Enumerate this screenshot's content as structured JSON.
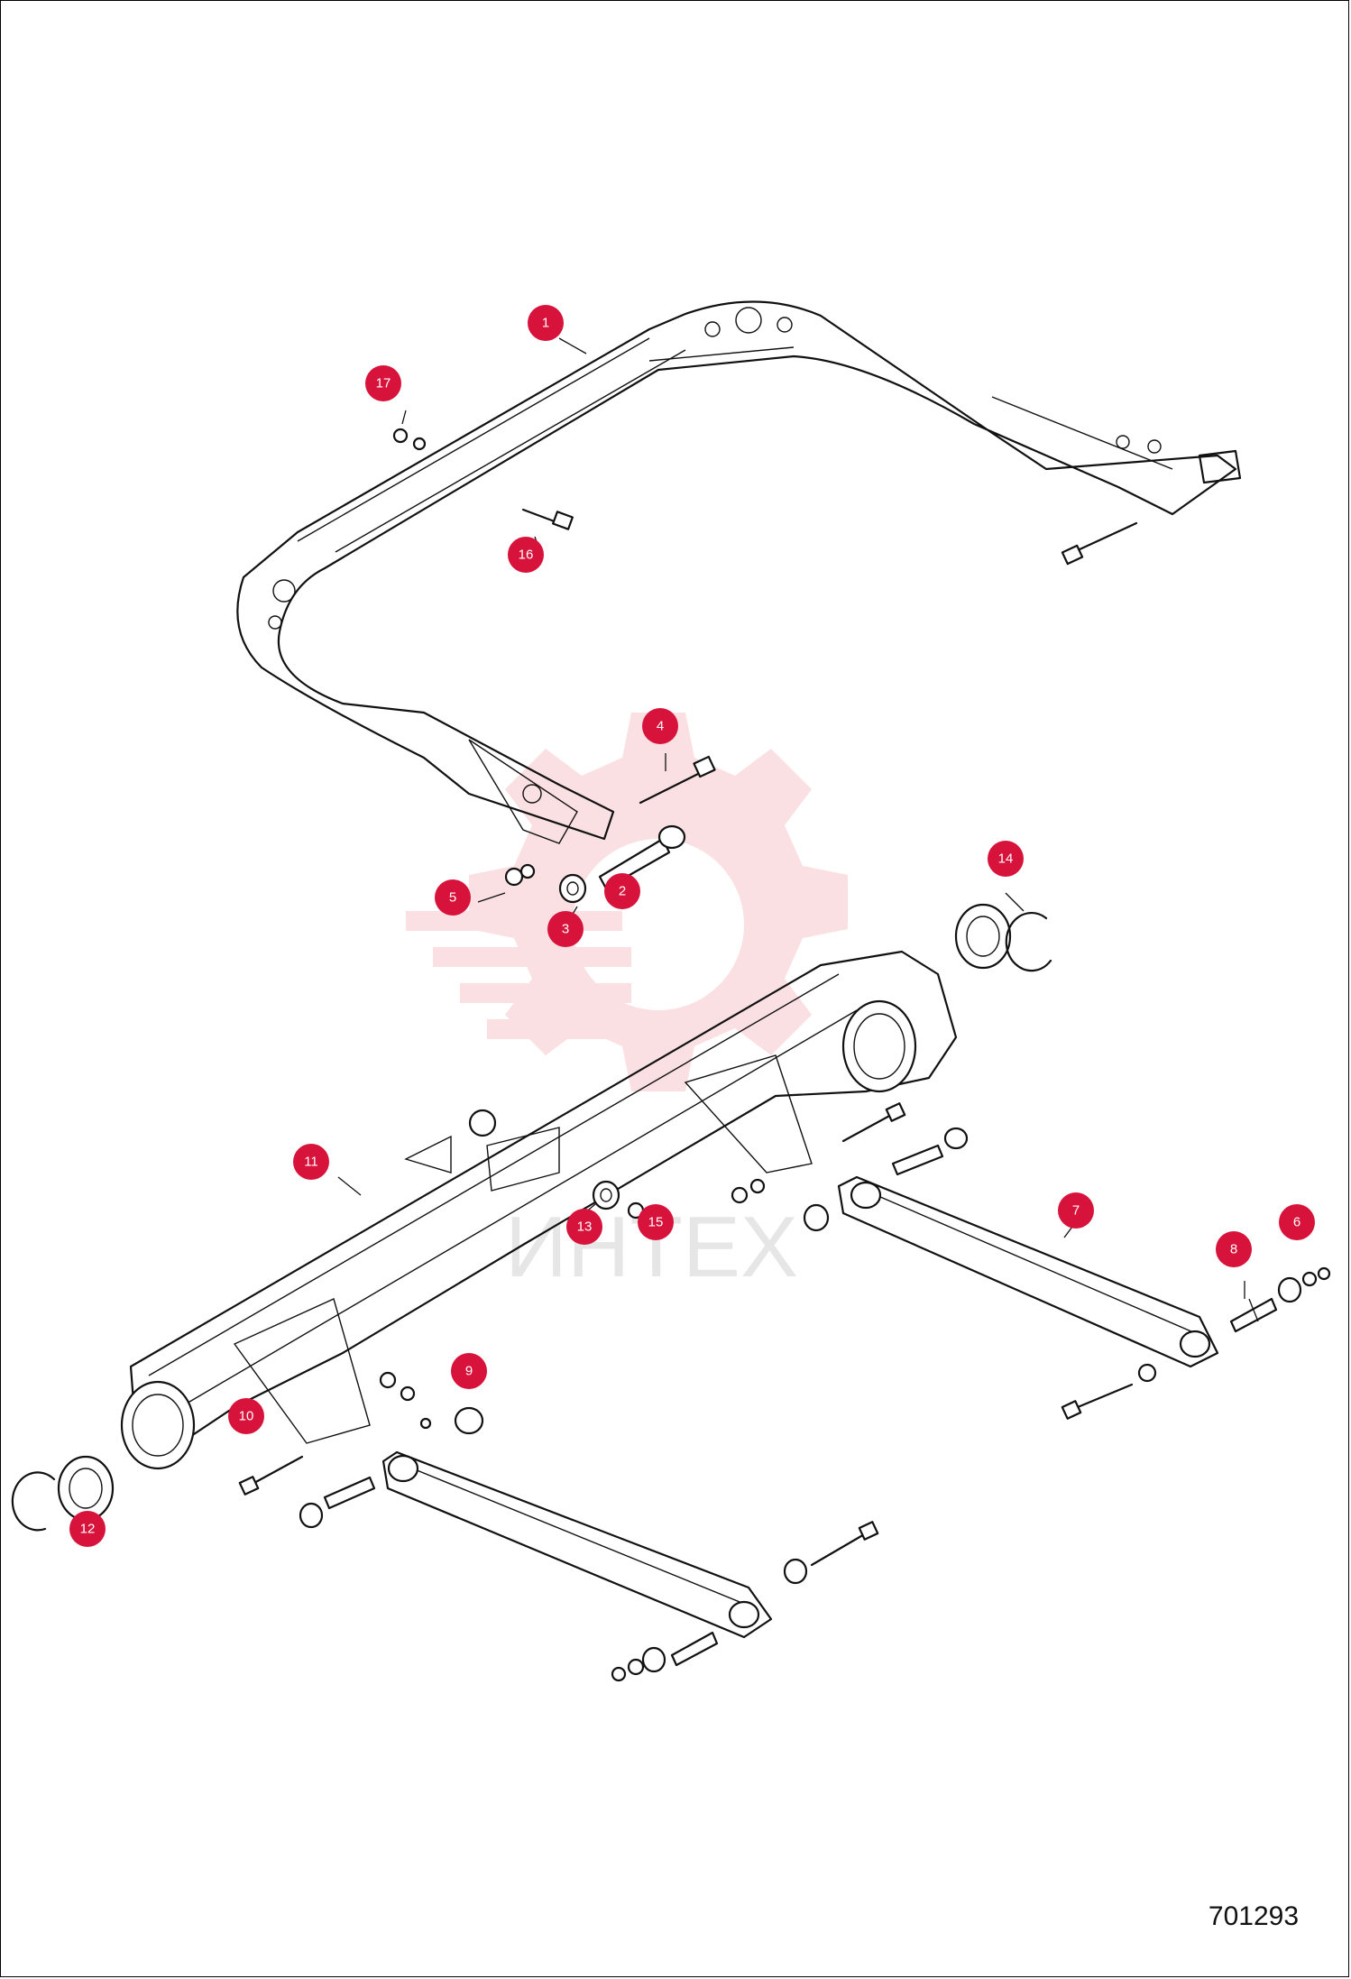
{
  "diagram_number": "701293",
  "watermark_text": "ИНТЕХ",
  "colors": {
    "badge": "#d7123b",
    "watermark": "#f2a7ad",
    "line": "#111111"
  },
  "callouts": [
    {
      "id": "1",
      "label": "1"
    },
    {
      "id": "2",
      "label": "2"
    },
    {
      "id": "3",
      "label": "3"
    },
    {
      "id": "4",
      "label": "4"
    },
    {
      "id": "5",
      "label": "5"
    },
    {
      "id": "6",
      "label": "6"
    },
    {
      "id": "7",
      "label": "7"
    },
    {
      "id": "8",
      "label": "8"
    },
    {
      "id": "9",
      "label": "9"
    },
    {
      "id": "10",
      "label": "10"
    },
    {
      "id": "11",
      "label": "11"
    },
    {
      "id": "12",
      "label": "12"
    },
    {
      "id": "13",
      "label": "13"
    },
    {
      "id": "14",
      "label": "14"
    },
    {
      "id": "15",
      "label": "15"
    },
    {
      "id": "16",
      "label": "16"
    },
    {
      "id": "17",
      "label": "17"
    }
  ]
}
